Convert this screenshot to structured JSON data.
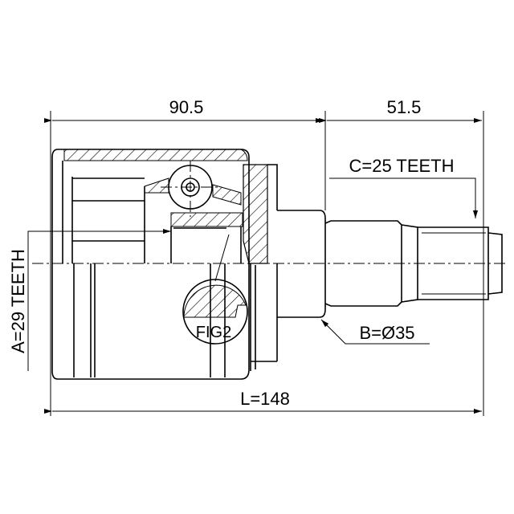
{
  "title": "Inner CV joint drawing",
  "dimensions": {
    "housing_length": "90.5",
    "shaft_length": "51.5",
    "total_length": "L=148",
    "shaft_spline": "C=25 TEETH",
    "shaft_diameter": "B=Ø35",
    "housing_spline": "A=29 TEETH"
  },
  "detail_label": "FIG2",
  "colors": {
    "line": "#000000",
    "background": "#ffffff"
  }
}
